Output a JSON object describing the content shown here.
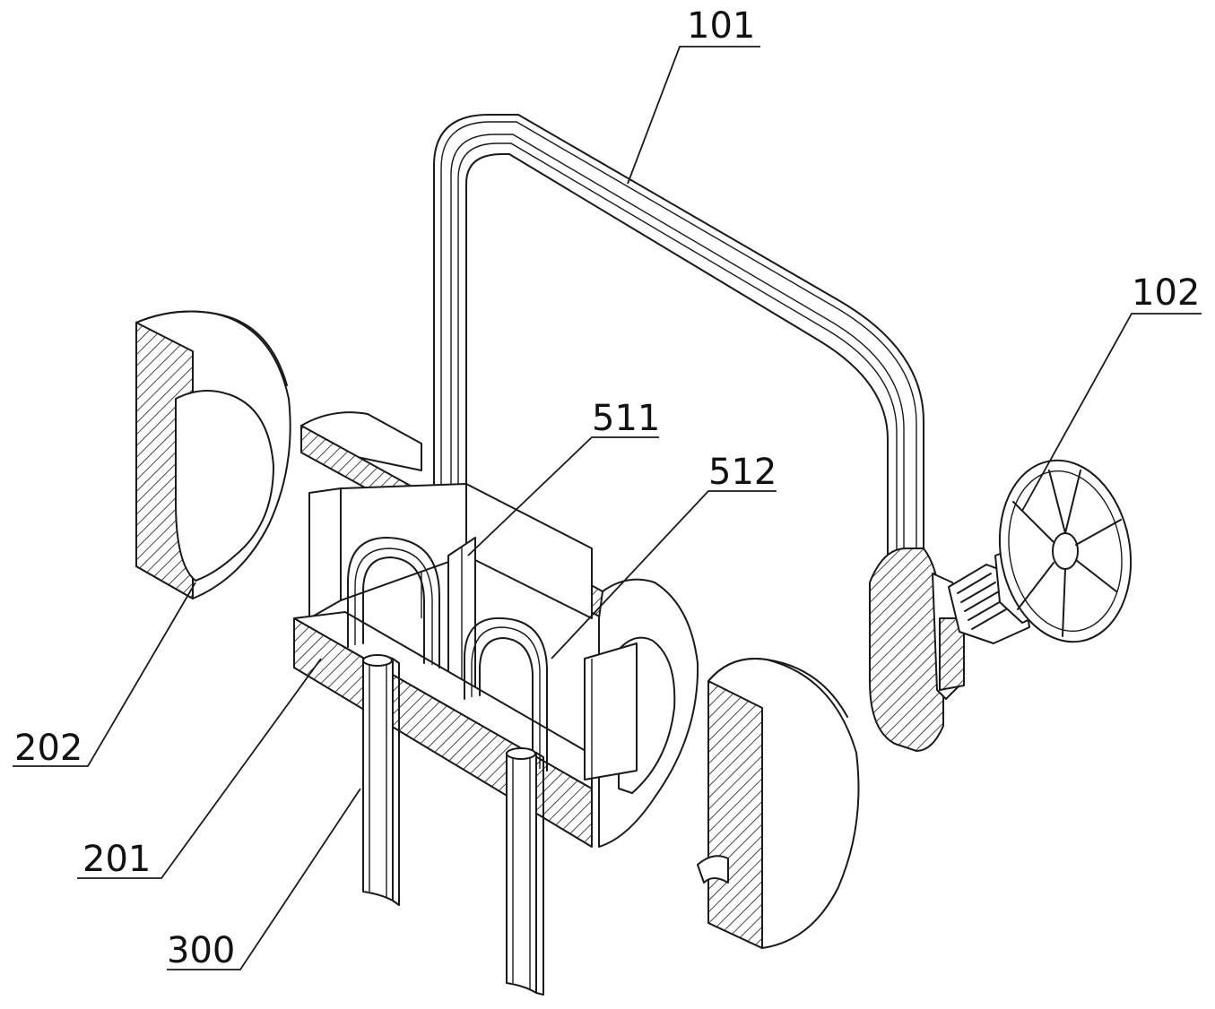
{
  "labels": {
    "l101": "101",
    "l102": "102",
    "l511": "511",
    "l512": "512",
    "l202": "202",
    "l201": "201",
    "l300": "300"
  },
  "colors": {
    "line": "#1a1a1a",
    "background": "#ffffff"
  }
}
